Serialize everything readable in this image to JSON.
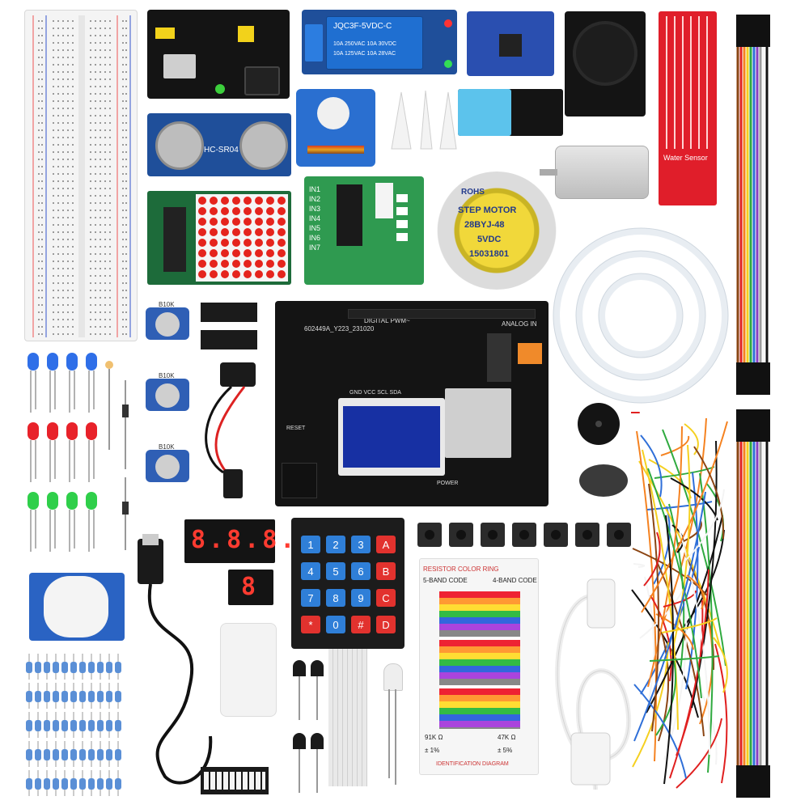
{
  "labels": {
    "relay_model": "JQC3F-5VDC-C",
    "relay_spec1": "10A 250VAC 10A 30VDC",
    "relay_spec2": "10A 125VAC 10A 28VAC",
    "ultrasonic": "HC-SR04",
    "stepper_rohs": "ROHS",
    "stepper_name": "STEP MOTOR",
    "stepper_model": "28BYJ-48",
    "stepper_voltage": "5VDC",
    "stepper_code": "15031801",
    "driver_inputs": [
      "IN1",
      "IN2",
      "IN3",
      "IN4",
      "IN5",
      "IN6",
      "IN7"
    ],
    "pot_label": "B10K",
    "board_code": "602449A_Y223_231020",
    "board_digital": "DIGITAL PWM~",
    "board_analog": "ANALOG IN",
    "board_reset": "RESET",
    "board_power": "POWER",
    "oled_pins": "GND VCC SCL SDA",
    "water_sensor": "Water Sensor",
    "seg4_digits": "8.8.8.8.",
    "seg1_digit": "8",
    "chart_title": "RESISTOR COLOR RING",
    "chart_5band": "5-BAND CODE",
    "chart_4band": "4-BAND CODE",
    "chart_diagram": "IDENTIFICATION DIAGRAM",
    "chart_val1": "91K Ω",
    "chart_val2": "47K Ω",
    "chart_tol1": "± 1%",
    "chart_tol2": "± 5%",
    "keypad_keys": [
      "1",
      "2",
      "3",
      "A",
      "4",
      "5",
      "6",
      "B",
      "7",
      "8",
      "9",
      "C",
      "*",
      "0",
      "#",
      "D"
    ]
  },
  "colors": {
    "pcb_blue": "#1f4f9a",
    "pcb_black": "#141414",
    "pcb_green": "#2f9a50",
    "pcb_red": "#e01e2a",
    "key_blue": "#2f7fd8",
    "key_red": "#e2322e"
  },
  "icons": {
    "keypad": "membrane-keypad-icon",
    "usb": "usb-cable-icon",
    "buzzer": "buzzer-icon"
  }
}
